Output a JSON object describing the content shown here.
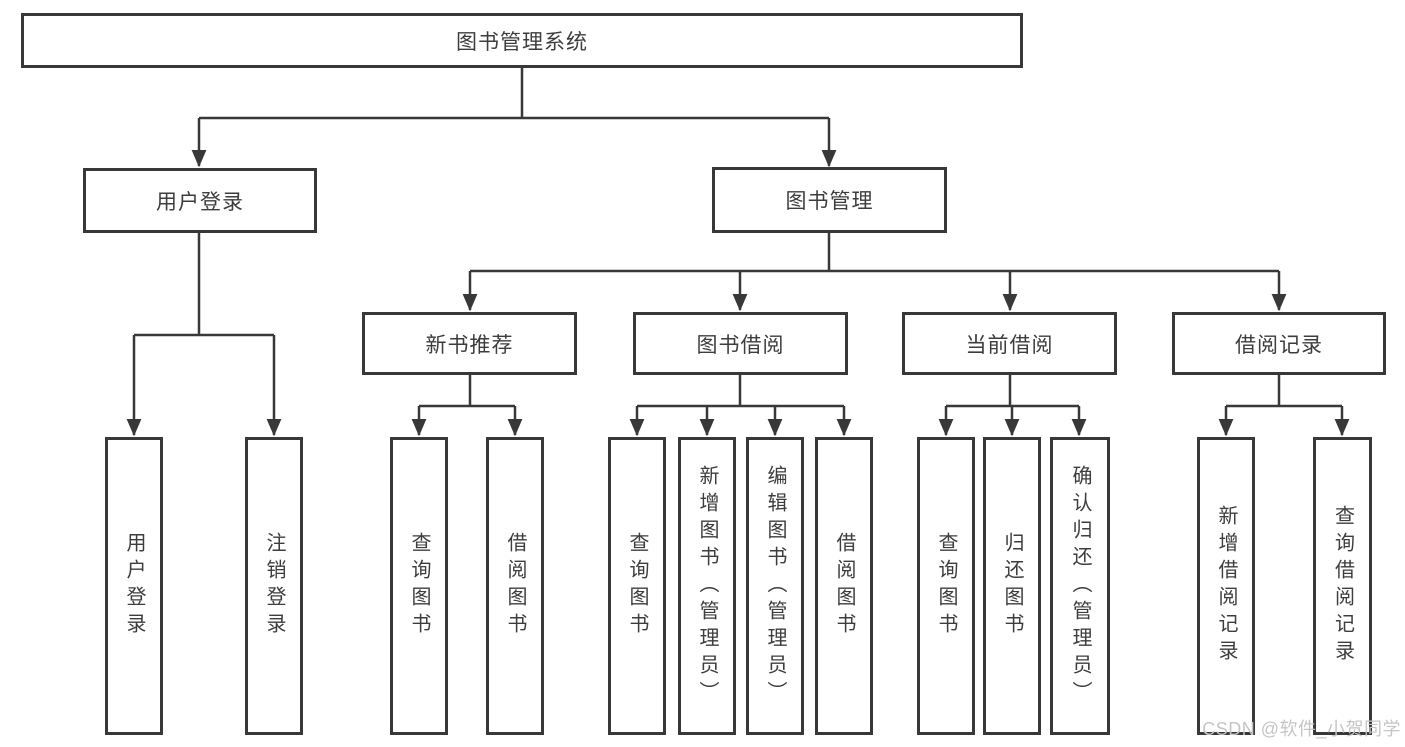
{
  "colors": {
    "line": "#383838",
    "text": "#3d3d3d",
    "watermark": "#c5c5c5",
    "background": "#ffffff"
  },
  "diagram": {
    "root": {
      "label": "图书管理系统"
    },
    "branches": [
      {
        "label": "用户登录"
      },
      {
        "label": "图书管理"
      }
    ],
    "modules": [
      {
        "label": "新书推荐",
        "parent": "图书管理"
      },
      {
        "label": "图书借阅",
        "parent": "图书管理"
      },
      {
        "label": "当前借阅",
        "parent": "图书管理"
      },
      {
        "label": "借阅记录",
        "parent": "图书管理"
      }
    ],
    "leaves": [
      {
        "label": "用户登录",
        "parent": "用户登录"
      },
      {
        "label": "注销登录",
        "parent": "用户登录"
      },
      {
        "label": "查询图书",
        "parent": "新书推荐"
      },
      {
        "label": "借阅图书",
        "parent": "新书推荐"
      },
      {
        "label": "查询图书",
        "parent": "图书借阅"
      },
      {
        "label": "新增图书（管理员）",
        "parent": "图书借阅"
      },
      {
        "label": "编辑图书（管理员）",
        "parent": "图书借阅"
      },
      {
        "label": "借阅图书",
        "parent": "图书借阅"
      },
      {
        "label": "查询图书",
        "parent": "当前借阅"
      },
      {
        "label": "归还图书",
        "parent": "当前借阅"
      },
      {
        "label": "确认归还（管理员）",
        "parent": "当前借阅"
      },
      {
        "label": "新增借阅记录",
        "parent": "借阅记录"
      },
      {
        "label": "查询借阅记录",
        "parent": "借阅记录"
      }
    ]
  },
  "watermark": {
    "text": "CSDN @软件_小贺同学"
  }
}
